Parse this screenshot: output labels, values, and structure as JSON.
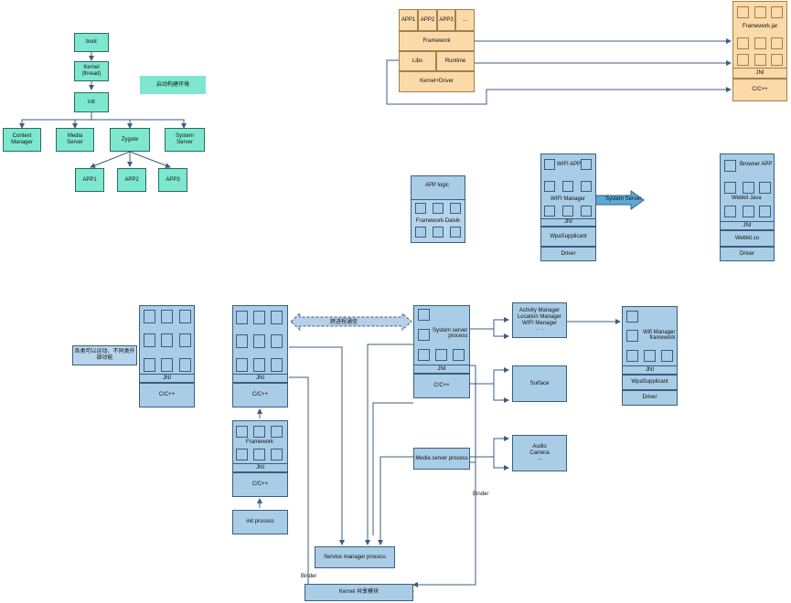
{
  "tree": {
    "boot": "boot",
    "kernel": "Kernel\n(thread)",
    "init": "init",
    "context_manager": "Context\nManager",
    "media_server": "Media\nServer",
    "zygote": "Zygote",
    "system_server": "System\nServer",
    "app1": "APP1",
    "app2": "APP2",
    "app3": "APP3",
    "note": "启动构建环境"
  },
  "stack": {
    "app1": "APP1",
    "app2": "APP2",
    "app3": "APP3",
    "ellipsis": "...",
    "framework": "Framework",
    "libs": "Libs",
    "runtime": "Runtime",
    "kernel_driver": "Kernel+Driver",
    "framework_jar": "Framework.jar",
    "jni": "JNI",
    "cc": "C/C++"
  },
  "mid": {
    "app_logic": "APP logic",
    "framework_dalvik": "Framework-Dalvik",
    "wifi_app": "WIFI APP",
    "wifi_manager": "WIFI Manager",
    "jni": "JNI",
    "wpa_supplicant": "WpaSupplicant",
    "driver": "Driver",
    "system_server": "System Server",
    "browser_app": "Browser APP",
    "webkit_java": "Webkit Java",
    "jni2": "JNI",
    "webkit_so": "Webkit.so",
    "driver2": "Driver"
  },
  "bottom": {
    "note": "各类可以运动、不同类外部功能",
    "jni_a": "JNI",
    "cc_a": "C/C++",
    "jni_b": "JNI",
    "cc_b": "C/C++",
    "framework": "Framework",
    "jni_c": "JNI",
    "cc_c": "C/C++",
    "init_process": "init process",
    "ipc": "跨进程通信",
    "system_server_process": "System server\nprocess",
    "jni_d": "JNI",
    "cc_d": "C/C++",
    "managers": "Activity Manager\nLocation Manager\nWIFI Manager\n. . .",
    "wifi_framework": "Wifi Manager\nframework",
    "jni_e": "JNI",
    "wpa": "WpaSupplicant",
    "driver": "Driver",
    "surface": "Surface",
    "media_server_process": "Media server process",
    "audio_camera": "Audio\nCamera\n...",
    "binder1": "Binder",
    "binder2": "Binder",
    "service_manager": "Service manager process",
    "kernel": "Kernel 共享模块"
  }
}
